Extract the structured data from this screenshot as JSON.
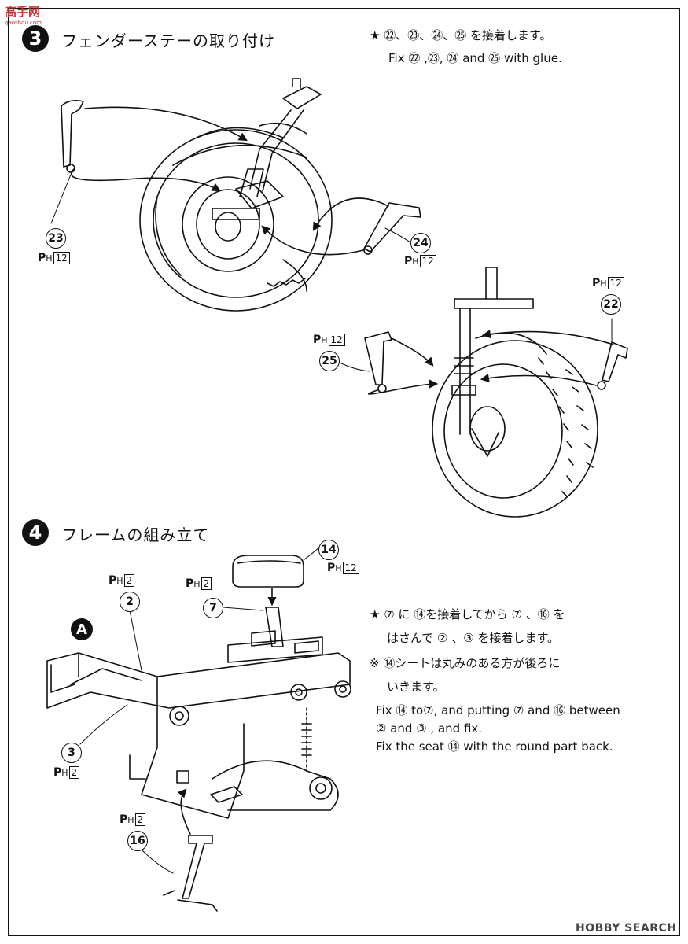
{
  "site_logo": {
    "text": "高手网",
    "sub": "gaoshou.com"
  },
  "step3": {
    "number": "3",
    "title": "フェンダーステーの取り付け",
    "note_jp": "★ ㉒、㉓、㉔、㉕ を接着します。",
    "note_en": "Fix ㉒ ,㉓, ㉔ and ㉕ with glue.",
    "parts": [
      {
        "id": "23",
        "ph": "12"
      },
      {
        "id": "24",
        "ph": "12"
      },
      {
        "id": "22",
        "ph": "12"
      },
      {
        "id": "25",
        "ph": "12"
      }
    ]
  },
  "step4": {
    "number": "4",
    "title": "フレームの組み立て",
    "badge": "A",
    "notes_jp": [
      "★ ⑦ に ⑭を接着してから ⑦ 、⑯ を",
      "はさんで ② 、③ を接着します。",
      "※ ⑭シートは丸みのある方が後ろに",
      "いきます。"
    ],
    "notes_en": [
      "Fix ⑭ to⑦, and putting ⑦ and ⑯ between",
      "② and ③ , and fix.",
      "Fix the seat ⑭ with the round part back."
    ],
    "parts": [
      {
        "id": "14",
        "ph": "12"
      },
      {
        "id": "7",
        "ph": "2"
      },
      {
        "id": "2",
        "ph": "2"
      },
      {
        "id": "3",
        "ph": "2"
      },
      {
        "id": "16",
        "ph": "2"
      }
    ]
  },
  "ph_prefix": "P",
  "ph_sub": "H",
  "watermark": "HOBBY SEARCH"
}
